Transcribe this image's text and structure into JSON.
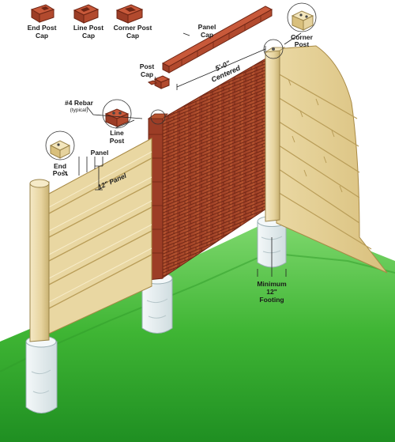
{
  "labels": {
    "end_post_cap": [
      "End Post",
      "Cap"
    ],
    "line_post_cap": [
      "Line Post",
      "Cap"
    ],
    "corner_post_cap": [
      "Corner Post",
      "Cap"
    ],
    "panel_cap": [
      "Panel",
      "Cap"
    ],
    "corner_post": [
      "Corner",
      "Post"
    ],
    "post_cap": [
      "Post",
      "Cap"
    ],
    "spacing": [
      "5'-0\"",
      "Centered"
    ],
    "rebar": [
      "#4 Rebar",
      "(typical)"
    ],
    "line_post": [
      "Line",
      "Post"
    ],
    "end_post": [
      "End",
      "Post"
    ],
    "panel": "Panel",
    "panel_height": "12\" Panel",
    "footing": [
      "Minimum",
      "12\"",
      "Footing"
    ]
  },
  "colors": {
    "brick": "#a8452b",
    "brick_dark": "#7d2e1c",
    "sand": "#e7d29a",
    "sand_dark": "#b89b55",
    "post_light": "#efe0b4",
    "grass": "#45b83a",
    "footing": "#e4eef0"
  }
}
